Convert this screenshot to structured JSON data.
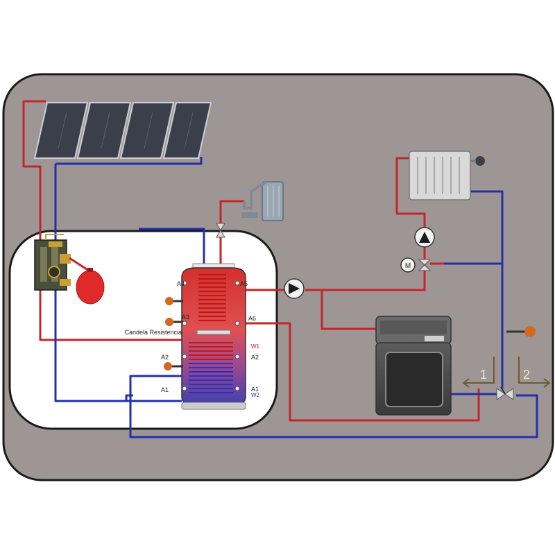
{
  "colors": {
    "background": "#9e9695",
    "hot_pipe": "#c4242a",
    "cold_pipe": "#2230a8",
    "inner_panel": "#ffffff",
    "panel_border": "#1a1a1a",
    "sensor": "#d2691e"
  },
  "tank_labels": {
    "a4": "A4",
    "a5": "A5",
    "a6": "A6",
    "a3_left": "A3",
    "a2_left": "A2",
    "a1_left": "A1",
    "a2_right": "A2",
    "a1_right": "A1",
    "w1": "W1",
    "w2": "W2",
    "heater": "Candela Resistencia"
  },
  "valve_ports": {
    "port_1": "1",
    "port_2": "2"
  },
  "icons": [
    "solar-collector",
    "expansion-vessel",
    "pump-station",
    "shower",
    "radiator",
    "circulation-pump",
    "mixing-valve",
    "boiler",
    "temperature-sensor"
  ]
}
